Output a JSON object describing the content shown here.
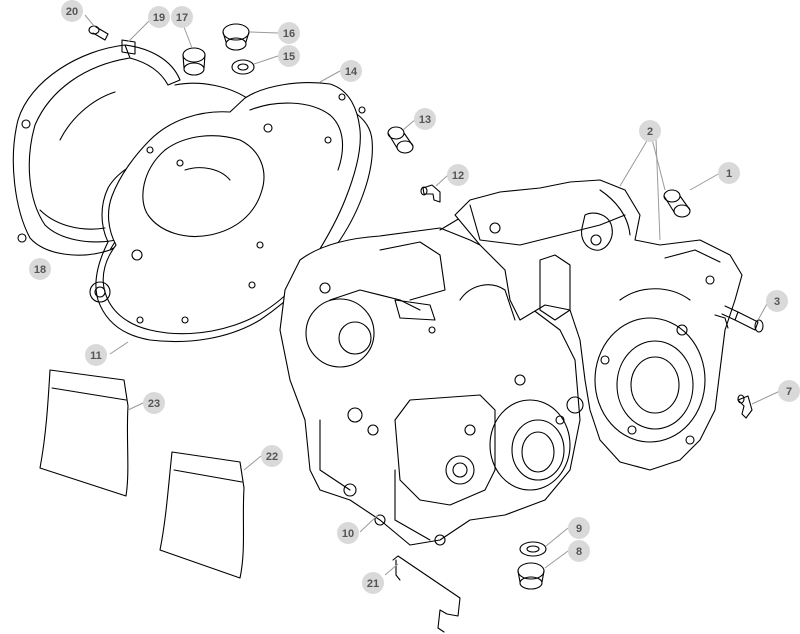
{
  "diagram": {
    "callouts": [
      {
        "id": "1",
        "label": "1"
      },
      {
        "id": "2",
        "label": "2"
      },
      {
        "id": "3",
        "label": "3"
      },
      {
        "id": "7",
        "label": "7"
      },
      {
        "id": "8",
        "label": "8"
      },
      {
        "id": "9",
        "label": "9"
      },
      {
        "id": "10",
        "label": "10"
      },
      {
        "id": "11",
        "label": "11"
      },
      {
        "id": "12",
        "label": "12"
      },
      {
        "id": "13",
        "label": "13"
      },
      {
        "id": "14",
        "label": "14"
      },
      {
        "id": "15",
        "label": "15"
      },
      {
        "id": "16",
        "label": "16"
      },
      {
        "id": "17",
        "label": "17"
      },
      {
        "id": "18",
        "label": "18"
      },
      {
        "id": "19",
        "label": "19"
      },
      {
        "id": "20",
        "label": "20"
      },
      {
        "id": "21",
        "label": "21"
      },
      {
        "id": "22",
        "label": "22"
      },
      {
        "id": "23",
        "label": "23"
      }
    ],
    "colors": {
      "line": "#000000",
      "badge": "#d9d9d9",
      "badge_text": "#555555",
      "leader": "#9a9a9a"
    }
  }
}
